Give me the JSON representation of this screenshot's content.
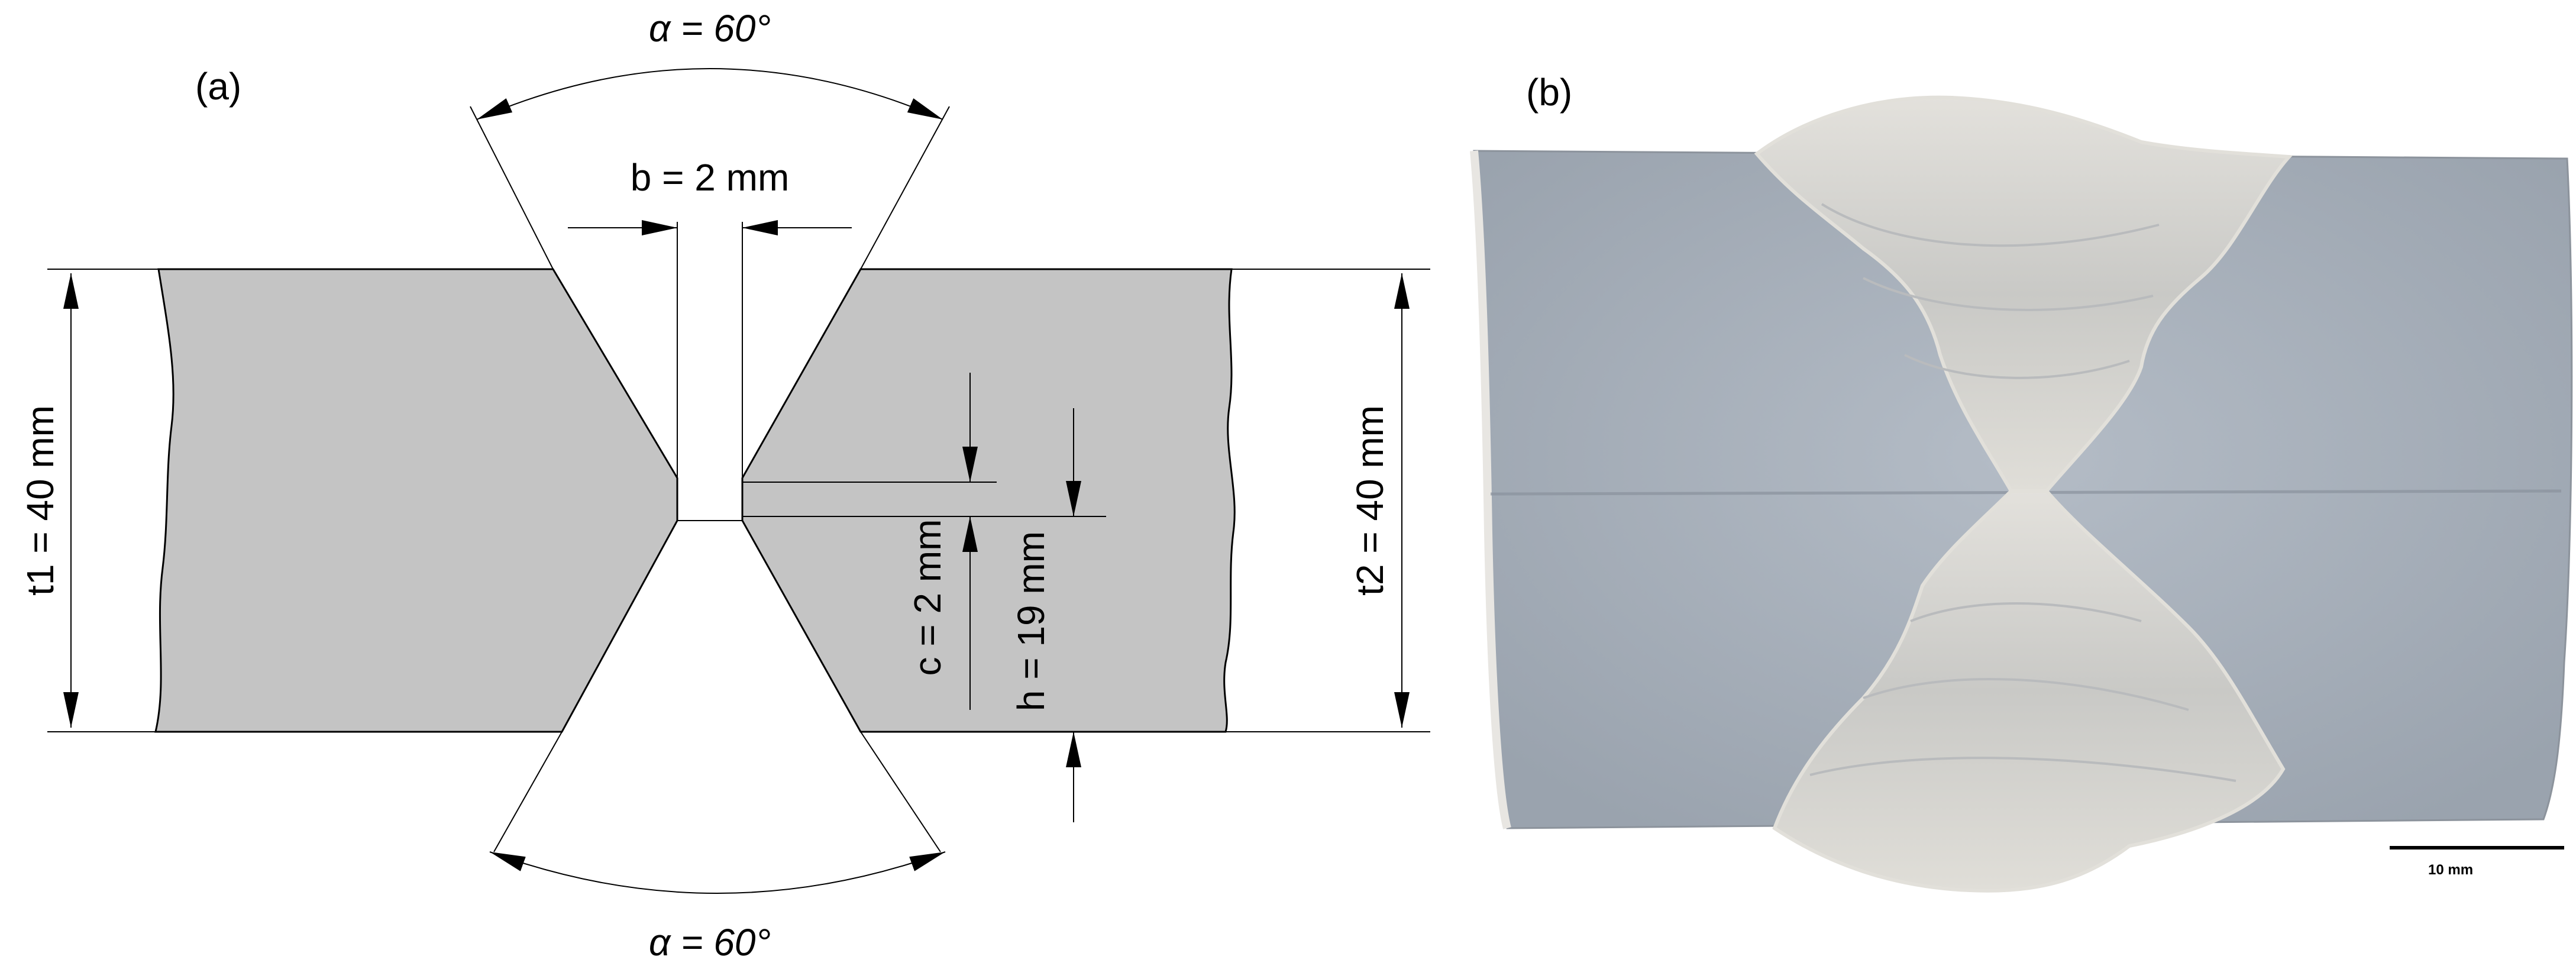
{
  "panel_a": {
    "label": "(a)",
    "alpha_top": "α = 60°",
    "alpha_bottom": "α = 60°",
    "gap_b": "b = 2 mm",
    "root_c": "c = 2 mm",
    "depth_h": "h = 19 mm",
    "thickness_t1": "t1 = 40 mm",
    "thickness_t2": "t2 = 40 mm"
  },
  "panel_b": {
    "label": "(b)",
    "scale_bar": "10 mm"
  },
  "colors": {
    "plate": "#c4c4c4",
    "outline": "#000000",
    "macro_base": "#a9b1bb",
    "weld": "#d6d4cf"
  }
}
